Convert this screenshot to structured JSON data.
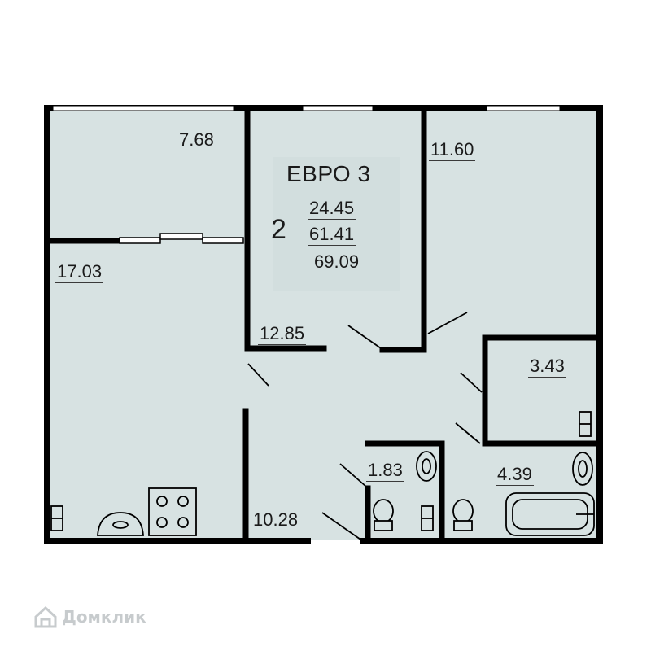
{
  "plan": {
    "type_label": "ЕВРО 3",
    "rooms_count": "2",
    "living_area": "24.45",
    "total_area": "61.41",
    "total_area_with_balcony": "69.09"
  },
  "rooms": [
    {
      "id": "loggia",
      "area": "7.68"
    },
    {
      "id": "bedroom",
      "area": "11.60"
    },
    {
      "id": "kitchen-living",
      "area": "17.03"
    },
    {
      "id": "hall",
      "area": "12.85"
    },
    {
      "id": "wardrobe",
      "area": "3.43"
    },
    {
      "id": "wc",
      "area": "1.83"
    },
    {
      "id": "bathroom",
      "area": "4.39"
    },
    {
      "id": "entrance",
      "area": "10.28"
    }
  ],
  "watermark": {
    "text": "Домклик",
    "icon": "house-logo-icon"
  },
  "colors": {
    "floor": "#d7e2e2",
    "wall": "#000000",
    "info_box": "#d2dede"
  }
}
